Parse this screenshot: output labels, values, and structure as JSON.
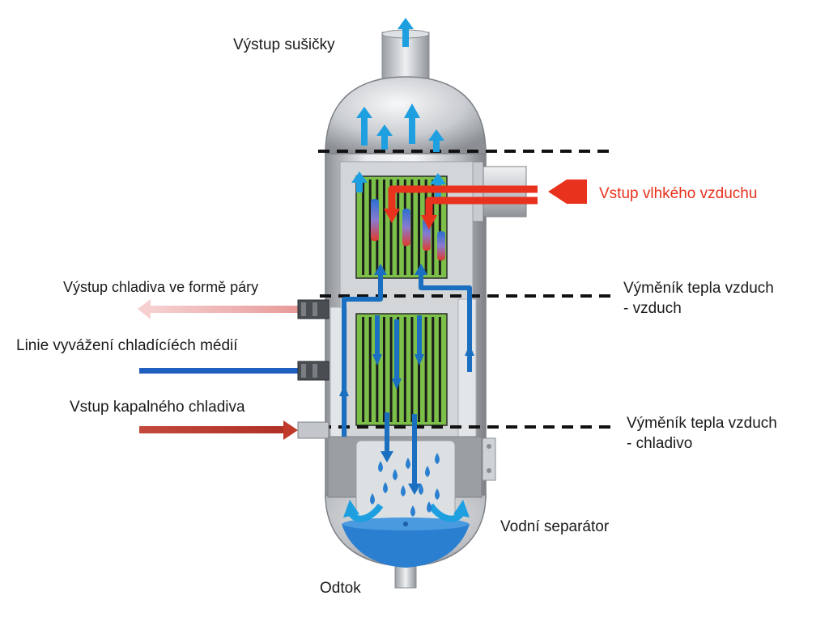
{
  "labels": {
    "dryer_outlet": "Výstup sušičky",
    "humid_air_inlet": "Vstup vlhkého vzduchu",
    "refrigerant_vapor_outlet": "Výstup chladiva ve formě páry",
    "refrigerant_balance_line": "Linie vyvážení chladícíéch médií",
    "liquid_refrigerant_inlet": "Vstup kapalného chladiva",
    "air_air_hx_line1": "Výměník tepla vzduch",
    "air_air_hx_line2": "- vzduch",
    "air_refrigerant_hx_line1": "Výměník tepla vzduch",
    "air_refrigerant_hx_line2": "- chladivo",
    "water_separator": "Vodní separátor",
    "drain": "Odtok"
  },
  "colors": {
    "humid_air": "#e8321e",
    "dry_air": "#1e9fe0",
    "cooled_air": "#1a6fc0",
    "heat_exchanger_fill": "#7cc04a",
    "refrigerant_vapor": "#f0a8a8",
    "balance_line": "#1f5fbf",
    "liquid_refrigerant": "#c0392b",
    "water": "#2a7fd0",
    "vessel_metal": "#c9ccd0"
  }
}
